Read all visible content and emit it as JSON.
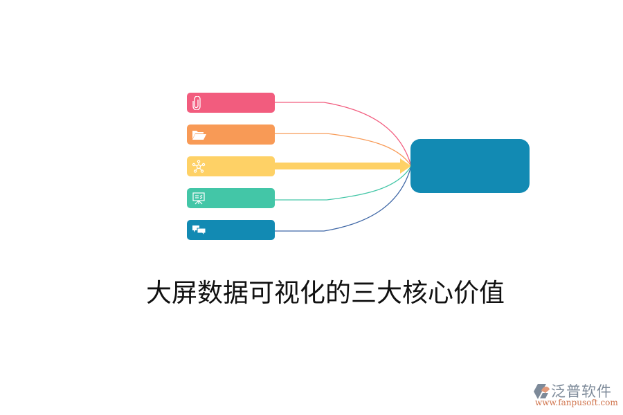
{
  "diagram": {
    "title": "大屏数据可视化的三大核心价值",
    "hub": {
      "label": "",
      "color": "#128ab3"
    },
    "items": [
      {
        "icon": "paperclip-icon",
        "label": "",
        "color": "#f25c7e",
        "line_color": "#f25c7e"
      },
      {
        "icon": "folder-open-icon",
        "label": "",
        "color": "#f89a56",
        "line_color": "#f89a56"
      },
      {
        "icon": "network-icon",
        "label": "",
        "color": "#fed166",
        "line_color": "#fed166",
        "highlighted": true
      },
      {
        "icon": "presentation-board-icon",
        "label": "",
        "color": "#43c6a7",
        "line_color": "#43c6a7"
      },
      {
        "icon": "chat-bubbles-icon",
        "label": "",
        "color": "#128ab3",
        "line_color": "#3f67a6"
      }
    ]
  },
  "watermark": {
    "brand": "泛普软件",
    "url": "www.fanpusoft.com"
  }
}
